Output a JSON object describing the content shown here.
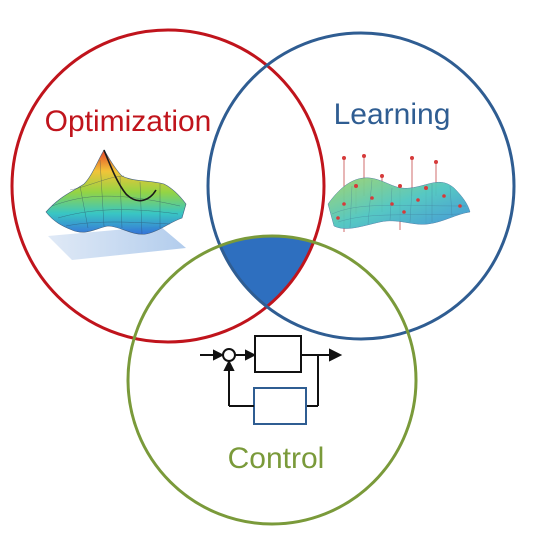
{
  "diagram": {
    "sets": [
      {
        "key": "optimization",
        "label": "Optimization",
        "color": "#c0141c"
      },
      {
        "key": "learning",
        "label": "Learning",
        "color": "#2f5d92"
      },
      {
        "key": "control",
        "label": "Control",
        "color": "#7a9a3a"
      }
    ],
    "intersection_fill": "#2e6fbf",
    "icons": {
      "optimization": "3d-surface-plot-icon",
      "learning": "regression-surface-icon",
      "control": "feedback-loop-block-diagram-icon"
    }
  }
}
